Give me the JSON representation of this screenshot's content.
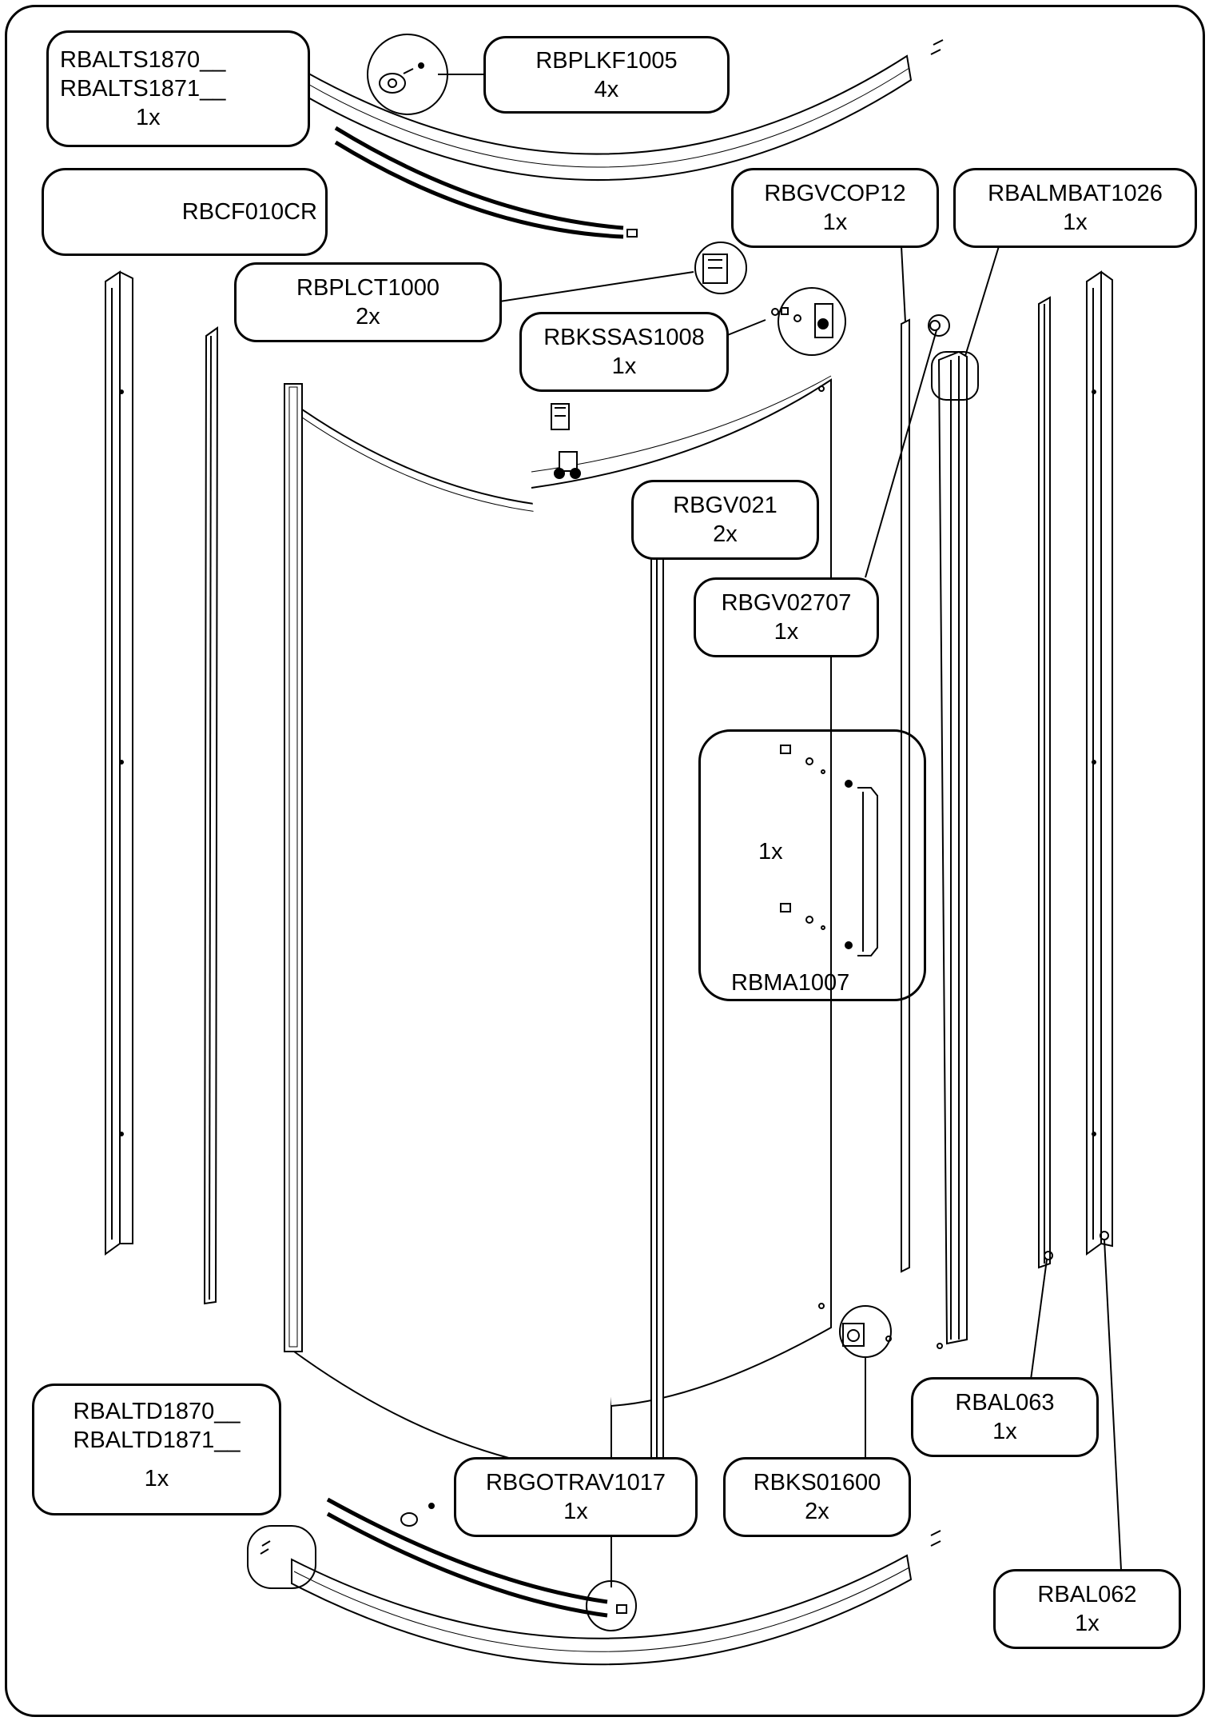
{
  "labels": {
    "rbalts": {
      "codes": [
        "RBALTS1870__",
        "RBALTS1871__"
      ],
      "qty": "1x"
    },
    "rbplkf": {
      "code": "RBPLKF1005",
      "qty": "4x"
    },
    "rbcf": {
      "code": "RBCF010CR"
    },
    "rbgvcop": {
      "code": "RBGVCOP12",
      "qty": "1x"
    },
    "rbalmbat": {
      "code": "RBALMBAT1026",
      "qty": "1x"
    },
    "rbplct": {
      "code": "RBPLCT1000",
      "qty": "2x"
    },
    "rbkssas": {
      "code": "RBKSSAS1008",
      "qty": "1x"
    },
    "rbgv021": {
      "code": "RBGV021",
      "qty": "2x"
    },
    "rbgv02707": {
      "code": "RBGV02707",
      "qty": "1x"
    },
    "rbma": {
      "code": "RBMA1007",
      "qty": "1x"
    },
    "rbal063": {
      "code": "RBAL063",
      "qty": "1x"
    },
    "rbaltd": {
      "codes": [
        "RBALTD1870__",
        "RBALTD1871__"
      ],
      "qty": "1x"
    },
    "rbgotrav": {
      "code": "RBGOTRAV1017",
      "qty": "1x"
    },
    "rbks01600": {
      "code": "RBKS01600",
      "qty": "2x"
    },
    "rbal062": {
      "code": "RBAL062",
      "qty": "1x"
    }
  }
}
